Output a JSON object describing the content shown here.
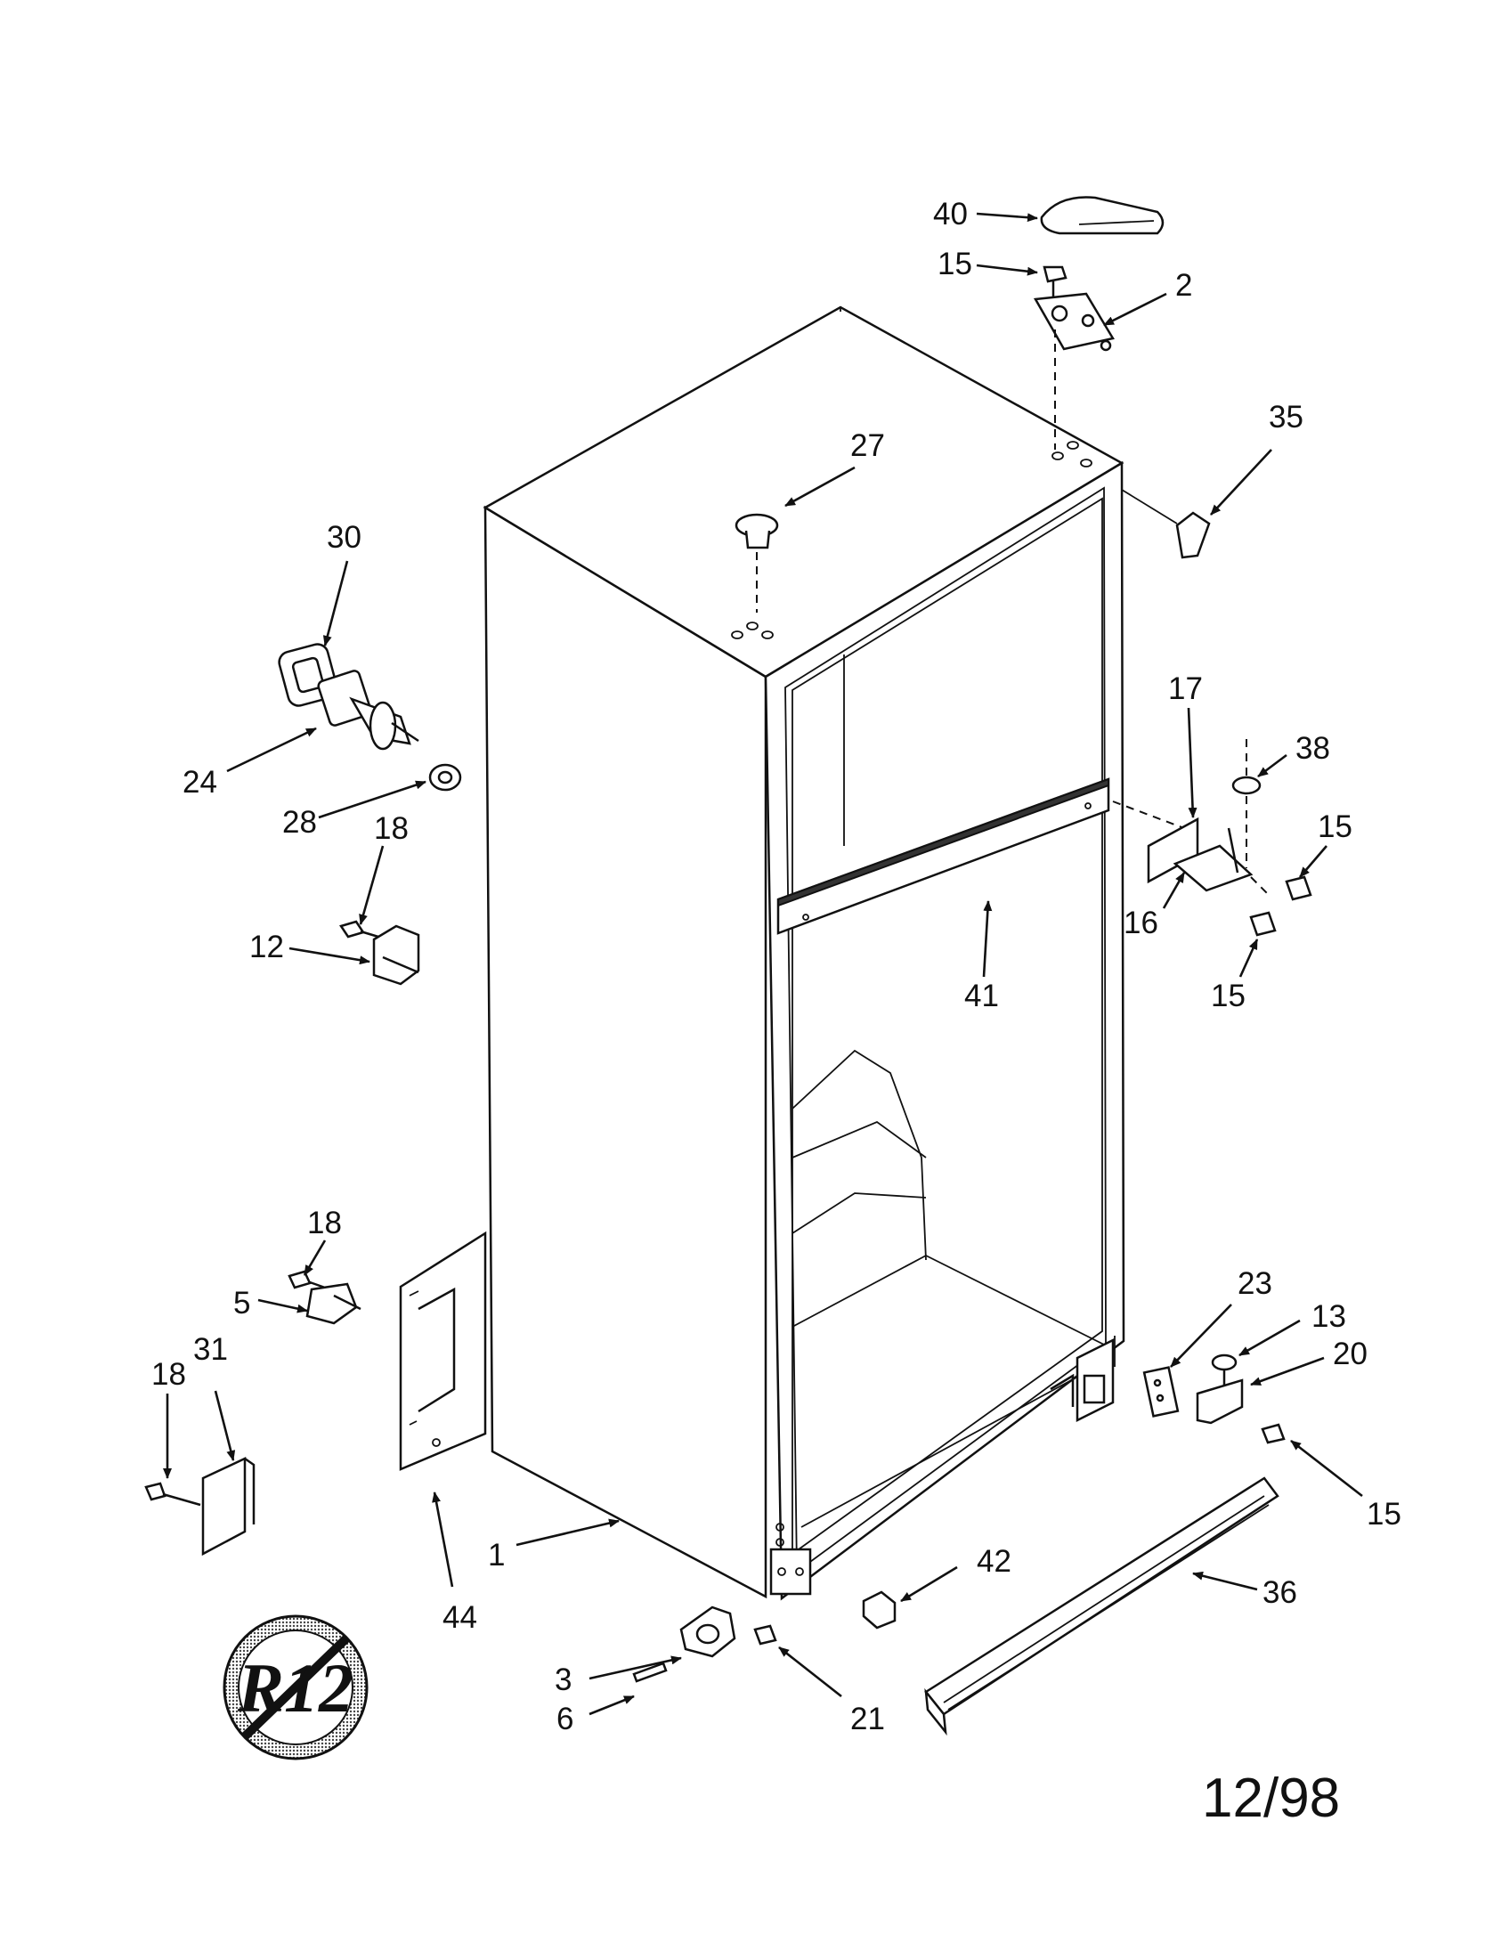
{
  "date_code": "12/98",
  "badge": {
    "text": "R12",
    "icon": "no-r12-refrigerant-icon"
  },
  "callouts": {
    "c1": "1",
    "c2": "2",
    "c3": "3",
    "c5": "5",
    "c6": "6",
    "c12": "12",
    "c13": "13",
    "c15_top": "15",
    "c15_hinge_a": "15",
    "c15_hinge_b": "15",
    "c15_bottom": "15",
    "c16": "16",
    "c17": "17",
    "c18_upper": "18",
    "c18_middle": "18",
    "c18_lower": "18",
    "c20": "20",
    "c21": "21",
    "c23": "23",
    "c24": "24",
    "c27": "27",
    "c28": "28",
    "c30": "30",
    "c31": "31",
    "c35": "35",
    "c36": "36",
    "c38": "38",
    "c40": "40",
    "c41": "41",
    "c42": "42",
    "c44": "44"
  }
}
